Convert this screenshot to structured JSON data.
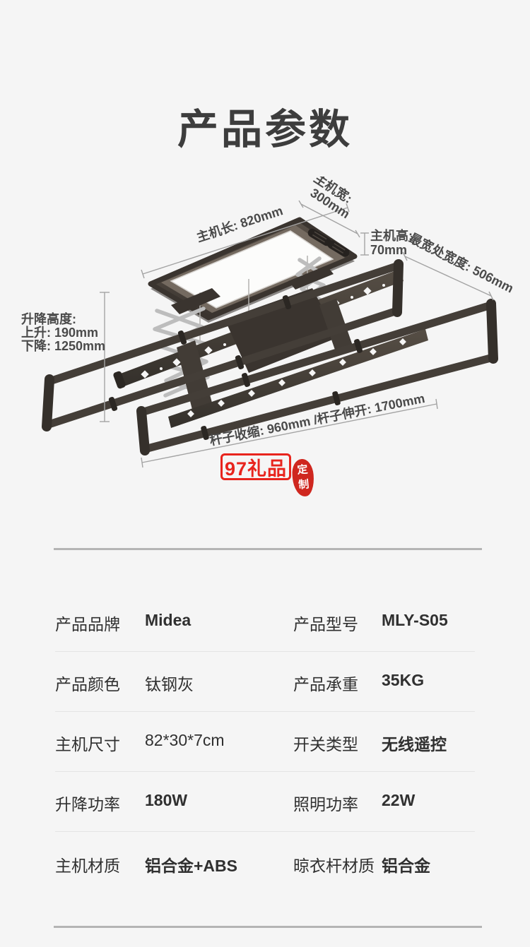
{
  "title": "产品参数",
  "diagram": {
    "dim_length": "主机长: 820mm",
    "dim_width_l1": "主机宽:",
    "dim_width_l2": "300mm",
    "dim_height_l1": "主机高:",
    "dim_height_l2": "70mm",
    "dim_widest": "最宽处宽度: 506mm",
    "lift_title": "升降高度:",
    "lift_up": "上升: 190mm",
    "lift_down": "下降: 1250mm",
    "dim_rod": "杆子收缩: 960mm /杆子伸开: 1700mm",
    "colors": {
      "annotation_text": "#4a4a4a",
      "rack_dark": "#45403a",
      "scissor_gray": "#bdbdbd",
      "panel_white": "#fcfcfb"
    }
  },
  "watermark": {
    "brand": "97礼品",
    "seal_top": "定",
    "seal_bottom": "制",
    "red": "#e8241d"
  },
  "specs": {
    "rows": [
      {
        "left_label": "产品品牌",
        "left_value": "Midea",
        "right_label": "产品型号",
        "right_value": "MLY-S05"
      },
      {
        "left_label": "产品颜色",
        "left_value": "钛钢灰",
        "right_label": "产品承重",
        "right_value": "35KG"
      },
      {
        "left_label": "主机尺寸",
        "left_value": "82*30*7cm",
        "right_label": "开关类型",
        "right_value": "无线遥控"
      },
      {
        "left_label": "升降功率",
        "left_value": "180W",
        "right_label": "照明功率",
        "right_value": "22W"
      },
      {
        "left_label": "主机材质",
        "left_value": "铝合金+ABS",
        "right_label": "晾衣杆材质",
        "right_value": "铝合金"
      }
    ]
  }
}
